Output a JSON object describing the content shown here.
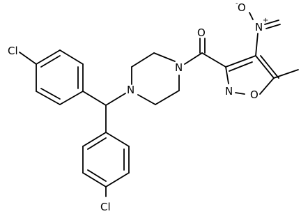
{
  "atoms": {
    "cl_top": "Cl",
    "cl_bottom": "Cl",
    "n_pip_left": "N",
    "n_pip_right": "N",
    "o_carbonyl": "O",
    "n_nitro": "N",
    "n_nitro_charge": "+",
    "o_nitro": "O",
    "o_nitro_charge": "-",
    "methyl": "",
    "n_isoxazole": "N",
    "o_isoxazole": "O"
  },
  "colors": {
    "ink": "#000000",
    "background": "#ffffff"
  }
}
